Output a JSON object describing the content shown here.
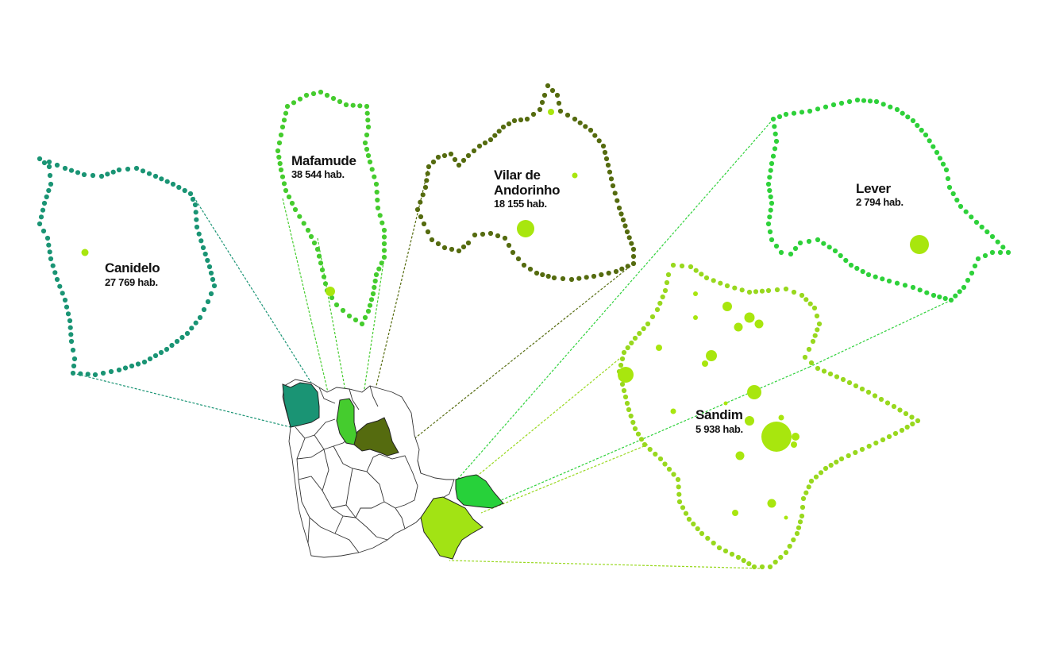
{
  "colors": {
    "canidelo": "#1a9474",
    "mafamude": "#45cc2e",
    "vilar": "#556b0f",
    "lever": "#2ed13a",
    "sandim": "#98d81e",
    "population_dot": "#a8e60e",
    "lever_map_fill": "#27d13a",
    "sandim_map_fill": "#a2e314"
  },
  "parishes": [
    {
      "key": "canidelo",
      "name": "Canidelo",
      "population": "27 769 hab."
    },
    {
      "key": "mafamude",
      "name": "Mafamude",
      "population": "38 544 hab."
    },
    {
      "key": "vilar",
      "name": "Vilar de\nAndorinho",
      "population": "18 155 hab."
    },
    {
      "key": "lever",
      "name": "Lever",
      "population": "2 794 hab."
    },
    {
      "key": "sandim",
      "name": "Sandim",
      "population": "5 938 hab."
    }
  ]
}
